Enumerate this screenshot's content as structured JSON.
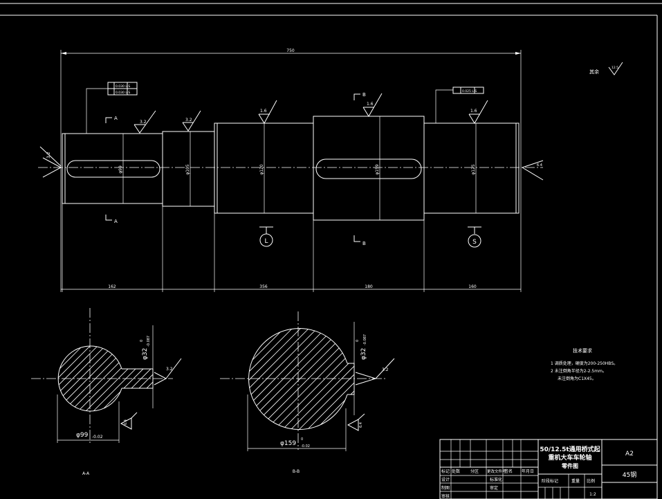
{
  "drawing": {
    "overall_length": "750",
    "segment_dims": [
      "162",
      "356",
      "180",
      "160"
    ],
    "diameters": [
      "φ99",
      "φ105",
      "φ120",
      "φ159",
      "φ125"
    ],
    "roughness": {
      "r32": "3.2",
      "r16": "1.6",
      "r64": "6.4",
      "r125": "12.5",
      "rest_label": "其余"
    },
    "tolerance_frames": [
      "0.030 L-S",
      "0.030 L-S",
      "0.025 L-S"
    ],
    "section_markers": {
      "a": "A",
      "b": "B"
    },
    "datums": {
      "l": "L",
      "s": "S"
    }
  },
  "sections": {
    "aa": {
      "label": "A-A",
      "keyway_dim": "φ32",
      "keyway_tol_upper": "0",
      "keyway_tol_lower": "-0.087",
      "diameter_dim": "φ99",
      "diameter_tol": "-0.02",
      "roughness_top": "3.2",
      "roughness_bottom": "6.4"
    },
    "bb": {
      "label": "B-B",
      "keyway_dim": "φ32",
      "keyway_tol_upper": "0",
      "keyway_tol_lower": "-0.087",
      "diameter_dim": "φ159",
      "diameter_tol_upper": "0",
      "diameter_tol_lower": "-0.02",
      "roughness_top": "3.2",
      "roughness_bottom": "6.4"
    }
  },
  "notes": {
    "title": "技术要求",
    "lines": [
      "1 调质处理，硬度为200-250HBS。",
      "2 未注倒角半径为2-2.5mm。",
      "未注倒角为C1X45。"
    ]
  },
  "title_block": {
    "drawing_title_1": "50/12.5t通用桥式起",
    "drawing_title_2": "重机大车车轮轴",
    "drawing_title_3": "零件图",
    "sheet_size": "A2",
    "material": "45钢",
    "rev_headers": [
      "标记",
      "处数",
      "分区",
      "更改文件号",
      "签名",
      "年月日"
    ],
    "row_labels": [
      "设计",
      "制图",
      "审核"
    ],
    "approval_labels": [
      "标准化",
      "审定"
    ],
    "stage_headers": [
      "阶段标记",
      "重量",
      "比例"
    ],
    "scale": "1:2"
  }
}
